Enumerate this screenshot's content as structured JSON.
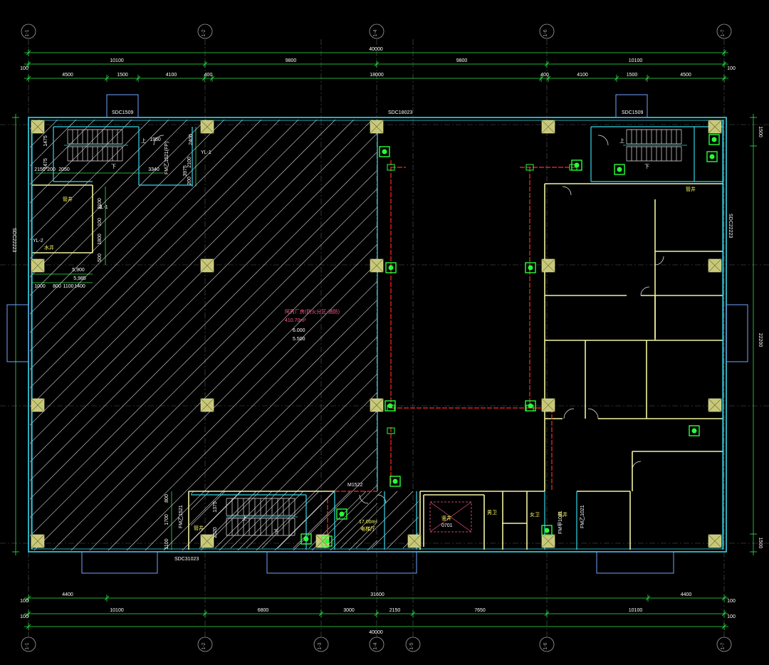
{
  "axes": {
    "top": [
      "1-1",
      "1-2",
      "1-4",
      "1-6",
      "1-7"
    ],
    "bottom": [
      "1-1",
      "1-2",
      "1-3",
      "1-4",
      "1-5",
      "1-6",
      "1-7"
    ]
  },
  "dims": {
    "top_total": "40000",
    "top_row1": [
      "10100",
      "9800",
      "9800",
      "10100"
    ],
    "top_row2": [
      "4500",
      "1500",
      "4100",
      "400",
      "18000",
      "400",
      "4100",
      "1500",
      "4500"
    ],
    "end_100": "100",
    "bottom_row1": [
      "4400",
      "31600",
      "4400"
    ],
    "bottom_row2": [
      "10100",
      "6800",
      "3000",
      "2150",
      "7650",
      "10100"
    ],
    "bottom_total": "40000",
    "right": [
      "1500",
      "22200",
      "1500"
    ],
    "left_misc": [
      "5,900",
      "5,985",
      "1000",
      "800",
      "1100",
      "1400"
    ],
    "stair_top_left": [
      "1475",
      "1475",
      "2150",
      "200",
      "2050",
      "3340",
      "1950"
    ],
    "stair_top_left_v": [
      "2400",
      "2100",
      "1800",
      "500",
      "100",
      "200",
      "3975"
    ],
    "stair_bottom": [
      "800",
      "1700",
      "1375",
      "1100",
      "2520"
    ]
  },
  "labels": {
    "window_top_left": "SDC1509",
    "window_top_mid": "SDC18023",
    "window_top_right": "SDC1509",
    "window_bottom_left": "SDC31023",
    "window_left": "SDC22223",
    "window_right": "SDC22223",
    "fire_door_1": "FM乙1521(FP)",
    "fire_door_2": "FM乙1521",
    "fire_door_3": "FM乙1021",
    "fire_door_4": "FM甲1021",
    "door_m1522": "M1522",
    "door_y1": "YL-1",
    "door_y2": "YL-2",
    "door_j1": "JL-1",
    "room_main": "阿秀厂房(防火分区-消防)",
    "room_main_area": "410.70m²",
    "elev_1": "6.000",
    "elev_2": "5.500",
    "room_lift": "电梯厅",
    "room_lift_area": "17.00m²",
    "room_shaft": "竖井",
    "room_shaft_code": "0701",
    "room_wc_m": "男卫",
    "room_wc_f": "女卫",
    "room_elec": "电井",
    "room_pipe_tl": "管井",
    "room_pipe_bl": "管井",
    "room_pipe_tr": "管井",
    "room_water": "水井",
    "stair_up": "上",
    "stair_down": "下"
  },
  "colors": {
    "bg": "#000000",
    "dim": "#2ee84a",
    "wall": "#37d7e8",
    "column": "#c8c87a",
    "hatch": "#e6e6e6",
    "sprinkler": "#ff2a2a",
    "device": "#28ff3a",
    "partition": "#f2f2a0",
    "axis_grid": "#5a5a5a"
  }
}
